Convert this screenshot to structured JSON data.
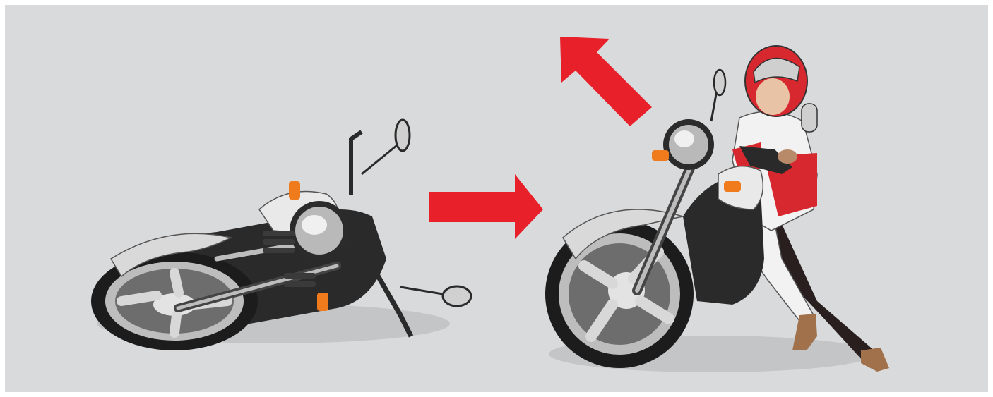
{
  "colors": {
    "background": "#d9dadc",
    "arrow": "#e8202a",
    "indicator": "#f07b1d",
    "jacket_red": "#d8282f",
    "tire": "#1c1c1c",
    "chrome": "#c9c9c9",
    "boot": "#a0714a"
  },
  "scene": {
    "panels": [
      {
        "name": "fallen-motorcycle",
        "description_icon": "motorcycle-on-side-icon"
      },
      {
        "name": "rider-lifting-motorcycle",
        "description_icon": "rider-pushing-motorcycle-icon"
      }
    ],
    "arrows": [
      {
        "name": "transition-arrow",
        "direction": "right"
      },
      {
        "name": "lift-direction-arrow",
        "direction": "up-left"
      }
    ]
  }
}
